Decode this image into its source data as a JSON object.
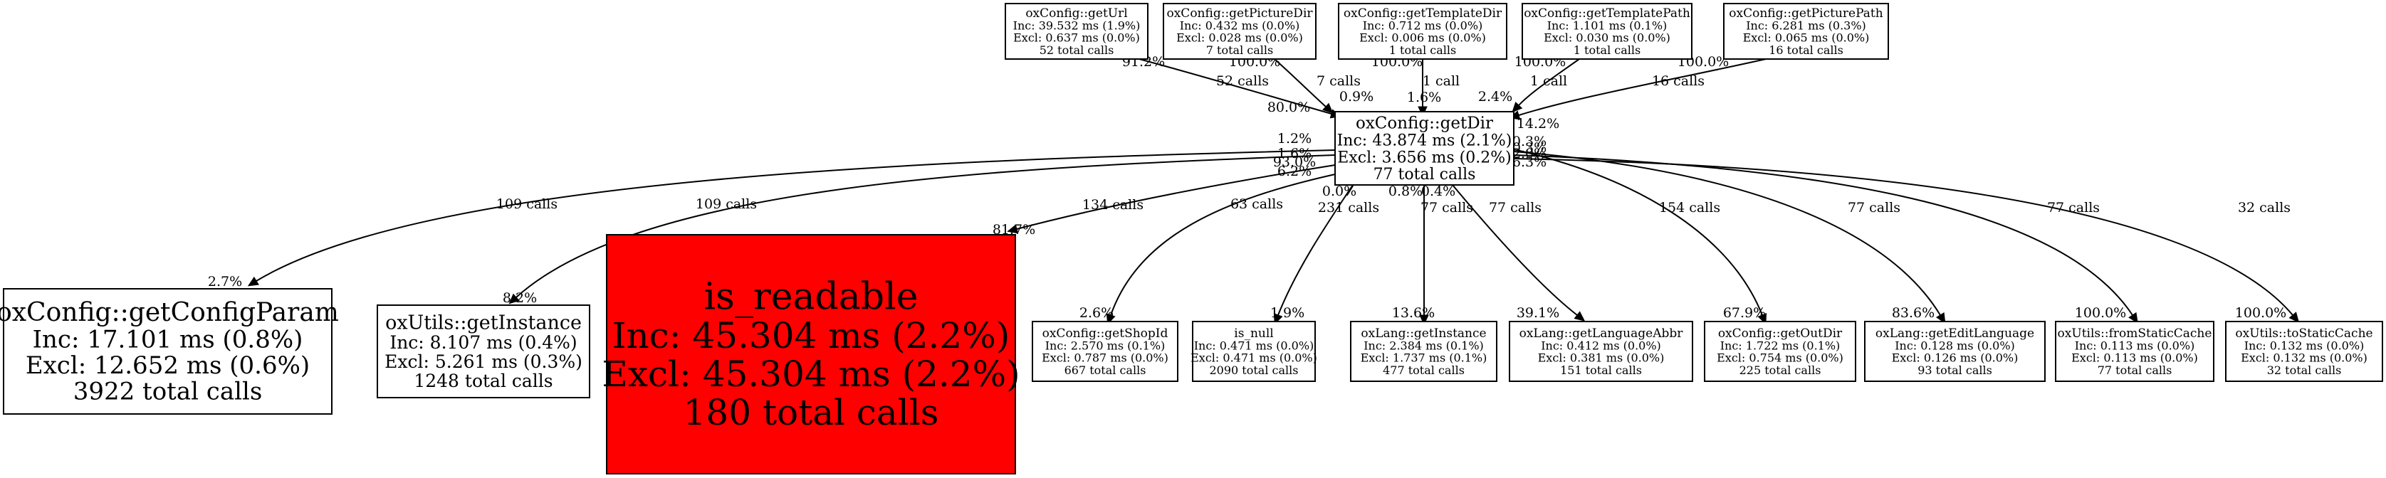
{
  "title": "oxConfig::getDir call graph",
  "colors": {
    "hot": "#ff0000",
    "normal": "#ffffff",
    "stroke": "#000000"
  },
  "nodes": [
    {
      "id": "getUrl",
      "name": "oxConfig::getUrl",
      "inc": "Inc: 39.532 ms (1.9%)",
      "excl": "Excl: 0.637 ms (0.0%)",
      "calls": "52 total calls",
      "hot": false
    },
    {
      "id": "getPictureDir",
      "name": "oxConfig::getPictureDir",
      "inc": "Inc: 0.432 ms (0.0%)",
      "excl": "Excl: 0.028 ms (0.0%)",
      "calls": "7 total calls",
      "hot": false
    },
    {
      "id": "getTemplateDir",
      "name": "oxConfig::getTemplateDir",
      "inc": "Inc: 0.712 ms (0.0%)",
      "excl": "Excl: 0.006 ms (0.0%)",
      "calls": "1 total calls",
      "hot": false
    },
    {
      "id": "getTemplatePath",
      "name": "oxConfig::getTemplatePath",
      "inc": "Inc: 1.101 ms (0.1%)",
      "excl": "Excl: 0.030 ms (0.0%)",
      "calls": "1 total calls",
      "hot": false
    },
    {
      "id": "getPicturePath",
      "name": "oxConfig::getPicturePath",
      "inc": "Inc: 6.281 ms (0.3%)",
      "excl": "Excl: 0.065 ms (0.0%)",
      "calls": "16 total calls",
      "hot": false
    },
    {
      "id": "getDir",
      "name": "oxConfig::getDir",
      "inc": "Inc: 43.874 ms (2.1%)",
      "excl": "Excl: 3.656 ms (0.2%)",
      "calls": "77 total calls",
      "hot": false
    },
    {
      "id": "getConfigParam",
      "name": "oxConfig::getConfigParam",
      "inc": "Inc: 17.101 ms (0.8%)",
      "excl": "Excl: 12.652 ms (0.6%)",
      "calls": "3922 total calls",
      "hot": false
    },
    {
      "id": "getInstanceUtils",
      "name": "oxUtils::getInstance",
      "inc": "Inc: 8.107 ms (0.4%)",
      "excl": "Excl: 5.261 ms (0.3%)",
      "calls": "1248 total calls",
      "hot": false
    },
    {
      "id": "isReadable",
      "name": "is_readable",
      "inc": "Inc: 45.304 ms (2.2%)",
      "excl": "Excl: 45.304 ms (2.2%)",
      "calls": "180 total calls",
      "hot": true
    },
    {
      "id": "getShopId",
      "name": "oxConfig::getShopId",
      "inc": "Inc: 2.570 ms (0.1%)",
      "excl": "Excl: 0.787 ms (0.0%)",
      "calls": "667 total calls",
      "hot": false
    },
    {
      "id": "isNull",
      "name": "is_null",
      "inc": "Inc: 0.471 ms (0.0%)",
      "excl": "Excl: 0.471 ms (0.0%)",
      "calls": "2090 total calls",
      "hot": false
    },
    {
      "id": "getInstanceLang",
      "name": "oxLang::getInstance",
      "inc": "Inc: 2.384 ms (0.1%)",
      "excl": "Excl: 1.737 ms (0.1%)",
      "calls": "477 total calls",
      "hot": false
    },
    {
      "id": "getLanguageAbbr",
      "name": "oxLang::getLanguageAbbr",
      "inc": "Inc: 0.412 ms (0.0%)",
      "excl": "Excl: 0.381 ms (0.0%)",
      "calls": "151 total calls",
      "hot": false
    },
    {
      "id": "getOutDir",
      "name": "oxConfig::getOutDir",
      "inc": "Inc: 1.722 ms (0.1%)",
      "excl": "Excl: 0.754 ms (0.0%)",
      "calls": "225 total calls",
      "hot": false
    },
    {
      "id": "getEditLanguage",
      "name": "oxLang::getEditLanguage",
      "inc": "Inc: 0.128 ms (0.0%)",
      "excl": "Excl: 0.126 ms (0.0%)",
      "calls": "93 total calls",
      "hot": false
    },
    {
      "id": "fromStaticCache",
      "name": "oxUtils::fromStaticCache",
      "inc": "Inc: 0.113 ms (0.0%)",
      "excl": "Excl: 0.113 ms (0.0%)",
      "calls": "77 total calls",
      "hot": false
    },
    {
      "id": "toStaticCache",
      "name": "oxUtils::toStaticCache",
      "inc": "Inc: 0.132 ms (0.0%)",
      "excl": "Excl: 0.132 ms (0.0%)",
      "calls": "32 total calls",
      "hot": false
    }
  ],
  "edges": [
    {
      "from": "getUrl",
      "to": "getDir",
      "calls": "52 calls",
      "tail": "91.2%",
      "head": "80.0%"
    },
    {
      "from": "getPictureDir",
      "to": "getDir",
      "calls": "7 calls",
      "tail": "100.0%",
      "head": "0.9%"
    },
    {
      "from": "getTemplateDir",
      "to": "getDir",
      "calls": "1 call",
      "tail": "100.0%",
      "head": "1.6%"
    },
    {
      "from": "getTemplatePath",
      "to": "getDir",
      "calls": "1 call",
      "tail": "100.0%",
      "head": "2.4%"
    },
    {
      "from": "getPicturePath",
      "to": "getDir",
      "calls": "16 calls",
      "tail": "100.0%",
      "head": "14.2%"
    },
    {
      "from": "getDir",
      "to": "getConfigParam",
      "calls": "109 calls",
      "tail": "1.2%",
      "head": "2.7%"
    },
    {
      "from": "getDir",
      "to": "getInstanceUtils",
      "calls": "109 calls",
      "tail": "1.6%",
      "head": "8.2%"
    },
    {
      "from": "getDir",
      "to": "isReadable",
      "calls": "134 calls",
      "tail": "93.0%",
      "head": "81.7%"
    },
    {
      "from": "getDir",
      "to": "getShopId",
      "calls": "63 calls",
      "tail": "6.2%",
      "head": "2.6%"
    },
    {
      "from": "getDir",
      "to": "isNull",
      "calls": "231 calls",
      "tail": "0.0%",
      "head": "1.9%"
    },
    {
      "from": "getDir",
      "to": "getInstanceLang",
      "calls": "77 calls",
      "tail": "0.8%",
      "head": "13.6%"
    },
    {
      "from": "getDir",
      "to": "getLanguageAbbr",
      "calls": "77 calls",
      "tail": "0.4%",
      "head": "39.1%"
    },
    {
      "from": "getDir",
      "to": "getOutDir",
      "calls": "154 calls",
      "tail": "0.3%",
      "head": "67.9%"
    },
    {
      "from": "getDir",
      "to": "getEditLanguage",
      "calls": "77 calls",
      "tail": "0.3%",
      "head": "83.6%"
    },
    {
      "from": "getDir",
      "to": "fromStaticCache",
      "calls": "77 calls",
      "tail": "2.0%",
      "head": "100.0%"
    },
    {
      "from": "getDir",
      "to": "toStaticCache",
      "calls": "32 calls",
      "tail": "6.3%",
      "head": "100.0%"
    }
  ]
}
